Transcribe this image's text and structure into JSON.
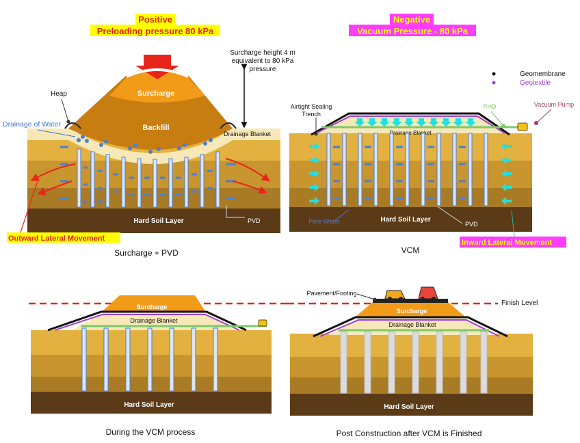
{
  "colors": {
    "red": "#e8251a",
    "yellow": "#ffff00",
    "magenta": "#ff3cff",
    "purple": "#a040d0",
    "layer_light": "#e3b13f",
    "layer_mid": "#c8952e",
    "layer_dark": "#a97b25",
    "hard_soil": "#5a3a17",
    "pvd_blue": "#4a7fd8",
    "cyan": "#22e0e0",
    "green": "#7fc96a",
    "blanket": "#f7e8b8"
  },
  "panel1": {
    "header_line1": "Positive",
    "header_line2": "Preloading pressure 80 kPa",
    "surcharge": "Surcharge",
    "backfill": "Backfill",
    "note_line1": "Surcharge height 4 m",
    "note_line2": "equivalent to 80 kPa",
    "note_line3": "pressure",
    "heap": "Heap",
    "drainage_water": "Drainage of Water",
    "drainage_blanket": "Drainage Blanket",
    "hard_soil": "Hard Soil Layer",
    "pvd": "PVD",
    "outward": "Outward Lateral Movement",
    "caption": "Surcharge + PVD"
  },
  "panel2": {
    "header_line1": "Negative",
    "header_line2": "Vacuum Pressure - 80 kPa",
    "legend_geomembrane": "Geomembrane",
    "legend_geotextile": "Geotextile",
    "trench_line1": "Airtight Sealing",
    "trench_line2": "Trench",
    "phd": "PHD",
    "vacuum_pump": "Vacuum Pump",
    "drainage_blanket": "Drainage Blanket",
    "pore_water": "Pore-Water",
    "hard_soil": "Hard Soil Layer",
    "pvd": "PVD",
    "inward": "Inward Lateral Movement",
    "caption": "VCM"
  },
  "panel3": {
    "surcharge": "Surcharge",
    "drainage_blanket": "Drainage Blanket",
    "hard_soil": "Hard Soil Layer",
    "caption": "During the VCM process"
  },
  "panel4": {
    "pavement": "Pavement/Footing",
    "finish_level": "Finish Level",
    "surcharge": "Surcharge",
    "drainage_blanket": "Drainage Blanket",
    "hard_soil": "Hard Soil Layer",
    "caption": "Post Construction after VCM is Finished"
  }
}
